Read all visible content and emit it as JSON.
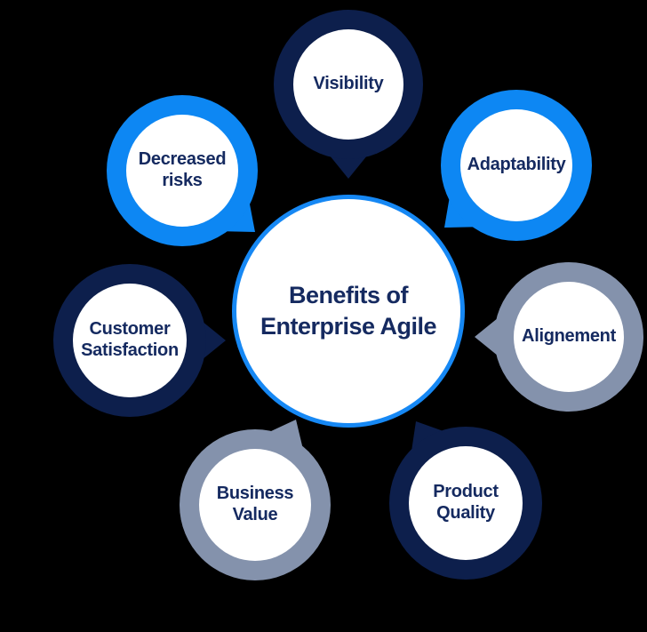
{
  "title": "Benefits of Enterprise Agile diagram",
  "colors": {
    "background": "#000000",
    "navy": "#0d1f4c",
    "blue": "#0d87f3",
    "gray": "#8492ac",
    "center_ring": "#1688f4",
    "circle_fill": "#ffffff",
    "label_text": "#152a60"
  },
  "center": {
    "line1": "Benefits of",
    "line2": "Enterprise Agile"
  },
  "nodes": [
    {
      "label": "Visibility",
      "ring_color": "navy"
    },
    {
      "label": "Adaptability",
      "ring_color": "blue"
    },
    {
      "label": "Decreased risks",
      "ring_color": "blue"
    },
    {
      "label": "Alignement",
      "ring_color": "gray"
    },
    {
      "label": "Customer Satisfaction",
      "ring_color": "navy"
    },
    {
      "label": "Business Value",
      "ring_color": "gray"
    },
    {
      "label": "Product Quality",
      "ring_color": "navy"
    }
  ]
}
